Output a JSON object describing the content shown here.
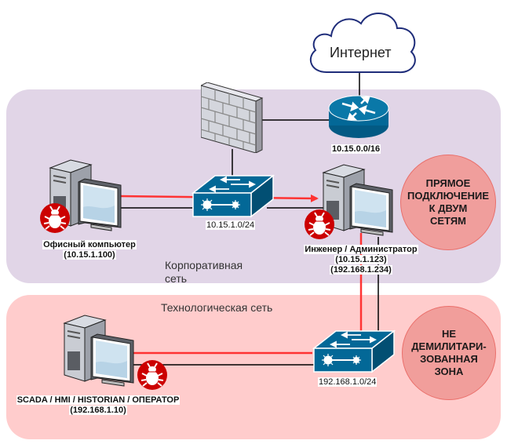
{
  "zones": {
    "corporate": {
      "label": "Корпоративная сеть",
      "line1": "Корпоративная",
      "line2": "сеть"
    },
    "technological": {
      "label": "Технологическая сеть"
    }
  },
  "internet": {
    "label": "Интернет"
  },
  "router": {
    "label": "10.15.0.0/16"
  },
  "corp_switch": {
    "label": "10.15.1.0/24"
  },
  "tech_switch": {
    "label": "192.168.1.0/24"
  },
  "office_pc": {
    "name": "Офисный компьютер",
    "ip": "(10.15.1.100)"
  },
  "engineer_pc": {
    "name": "Инженер / Администратор",
    "ip1": "(10.15.1.123)",
    "ip2": "(192.168.1.234)"
  },
  "scada_pc": {
    "name": "SCADA / HMI / HISTORIAN / ОПЕРАТОР",
    "ip": "(192.168.1.10)"
  },
  "callouts": {
    "dual_homed": {
      "lines": [
        "ПРЯМОЕ",
        "ПОДКЛЮЧЕНИЕ",
        "К ДВУМ",
        "СЕТЯМ"
      ]
    },
    "no_dmz": {
      "lines": [
        "НЕ",
        "ДЕМИЛИТАРИ-",
        "ЗОВАННАЯ",
        "ЗОНА"
      ]
    }
  },
  "colors": {
    "corporate_zone": "#e1d5e7",
    "tech_zone": "#ffcccc",
    "callout_fill": "#f19c99",
    "attack_path": "#ff3333",
    "device_blue": "#036897",
    "malware_red": "#cc0000"
  }
}
